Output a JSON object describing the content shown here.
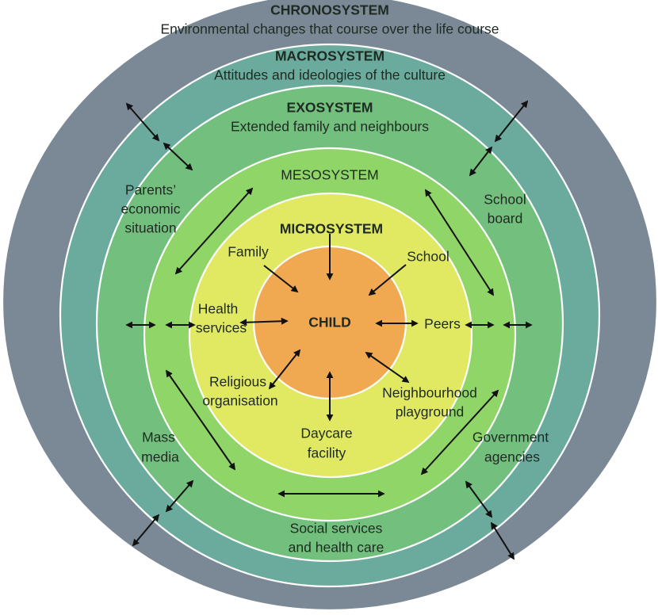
{
  "colors": {
    "chronosystem": "#7a8995",
    "macrosystem": "#6aab9e",
    "exosystem": "#73c07e",
    "mesosystem": "#8fd567",
    "microsystem": "#e1e862",
    "child": "#f0a851"
  },
  "chronosystem": {
    "title": "CHRONOSYSTEM",
    "subtitle": "Environmental changes that course over the life course"
  },
  "macrosystem": {
    "title": "MACROSYSTEM",
    "subtitle": "Attitudes and ideologies of the culture"
  },
  "exosystem": {
    "title": "EXOSYSTEM",
    "subtitle": "Extended family and neighbours",
    "items": [
      [
        "Parents’",
        "economic",
        "situation"
      ],
      [
        "School",
        "board"
      ],
      [
        "Mass",
        "media"
      ],
      [
        "Government",
        "agencies"
      ],
      [
        "Social services",
        "and health care"
      ]
    ]
  },
  "mesosystem": {
    "title": "MESOSYSTEM"
  },
  "microsystem": {
    "title": "MICROSYSTEM",
    "items": [
      [
        "Family"
      ],
      [
        "School"
      ],
      [
        "Health",
        "services"
      ],
      [
        "Peers"
      ],
      [
        "Religious",
        "organisation"
      ],
      [
        "Neighbourhood",
        "playground"
      ],
      [
        "Daycare",
        "facility"
      ]
    ]
  },
  "child": {
    "label": "CHILD"
  }
}
